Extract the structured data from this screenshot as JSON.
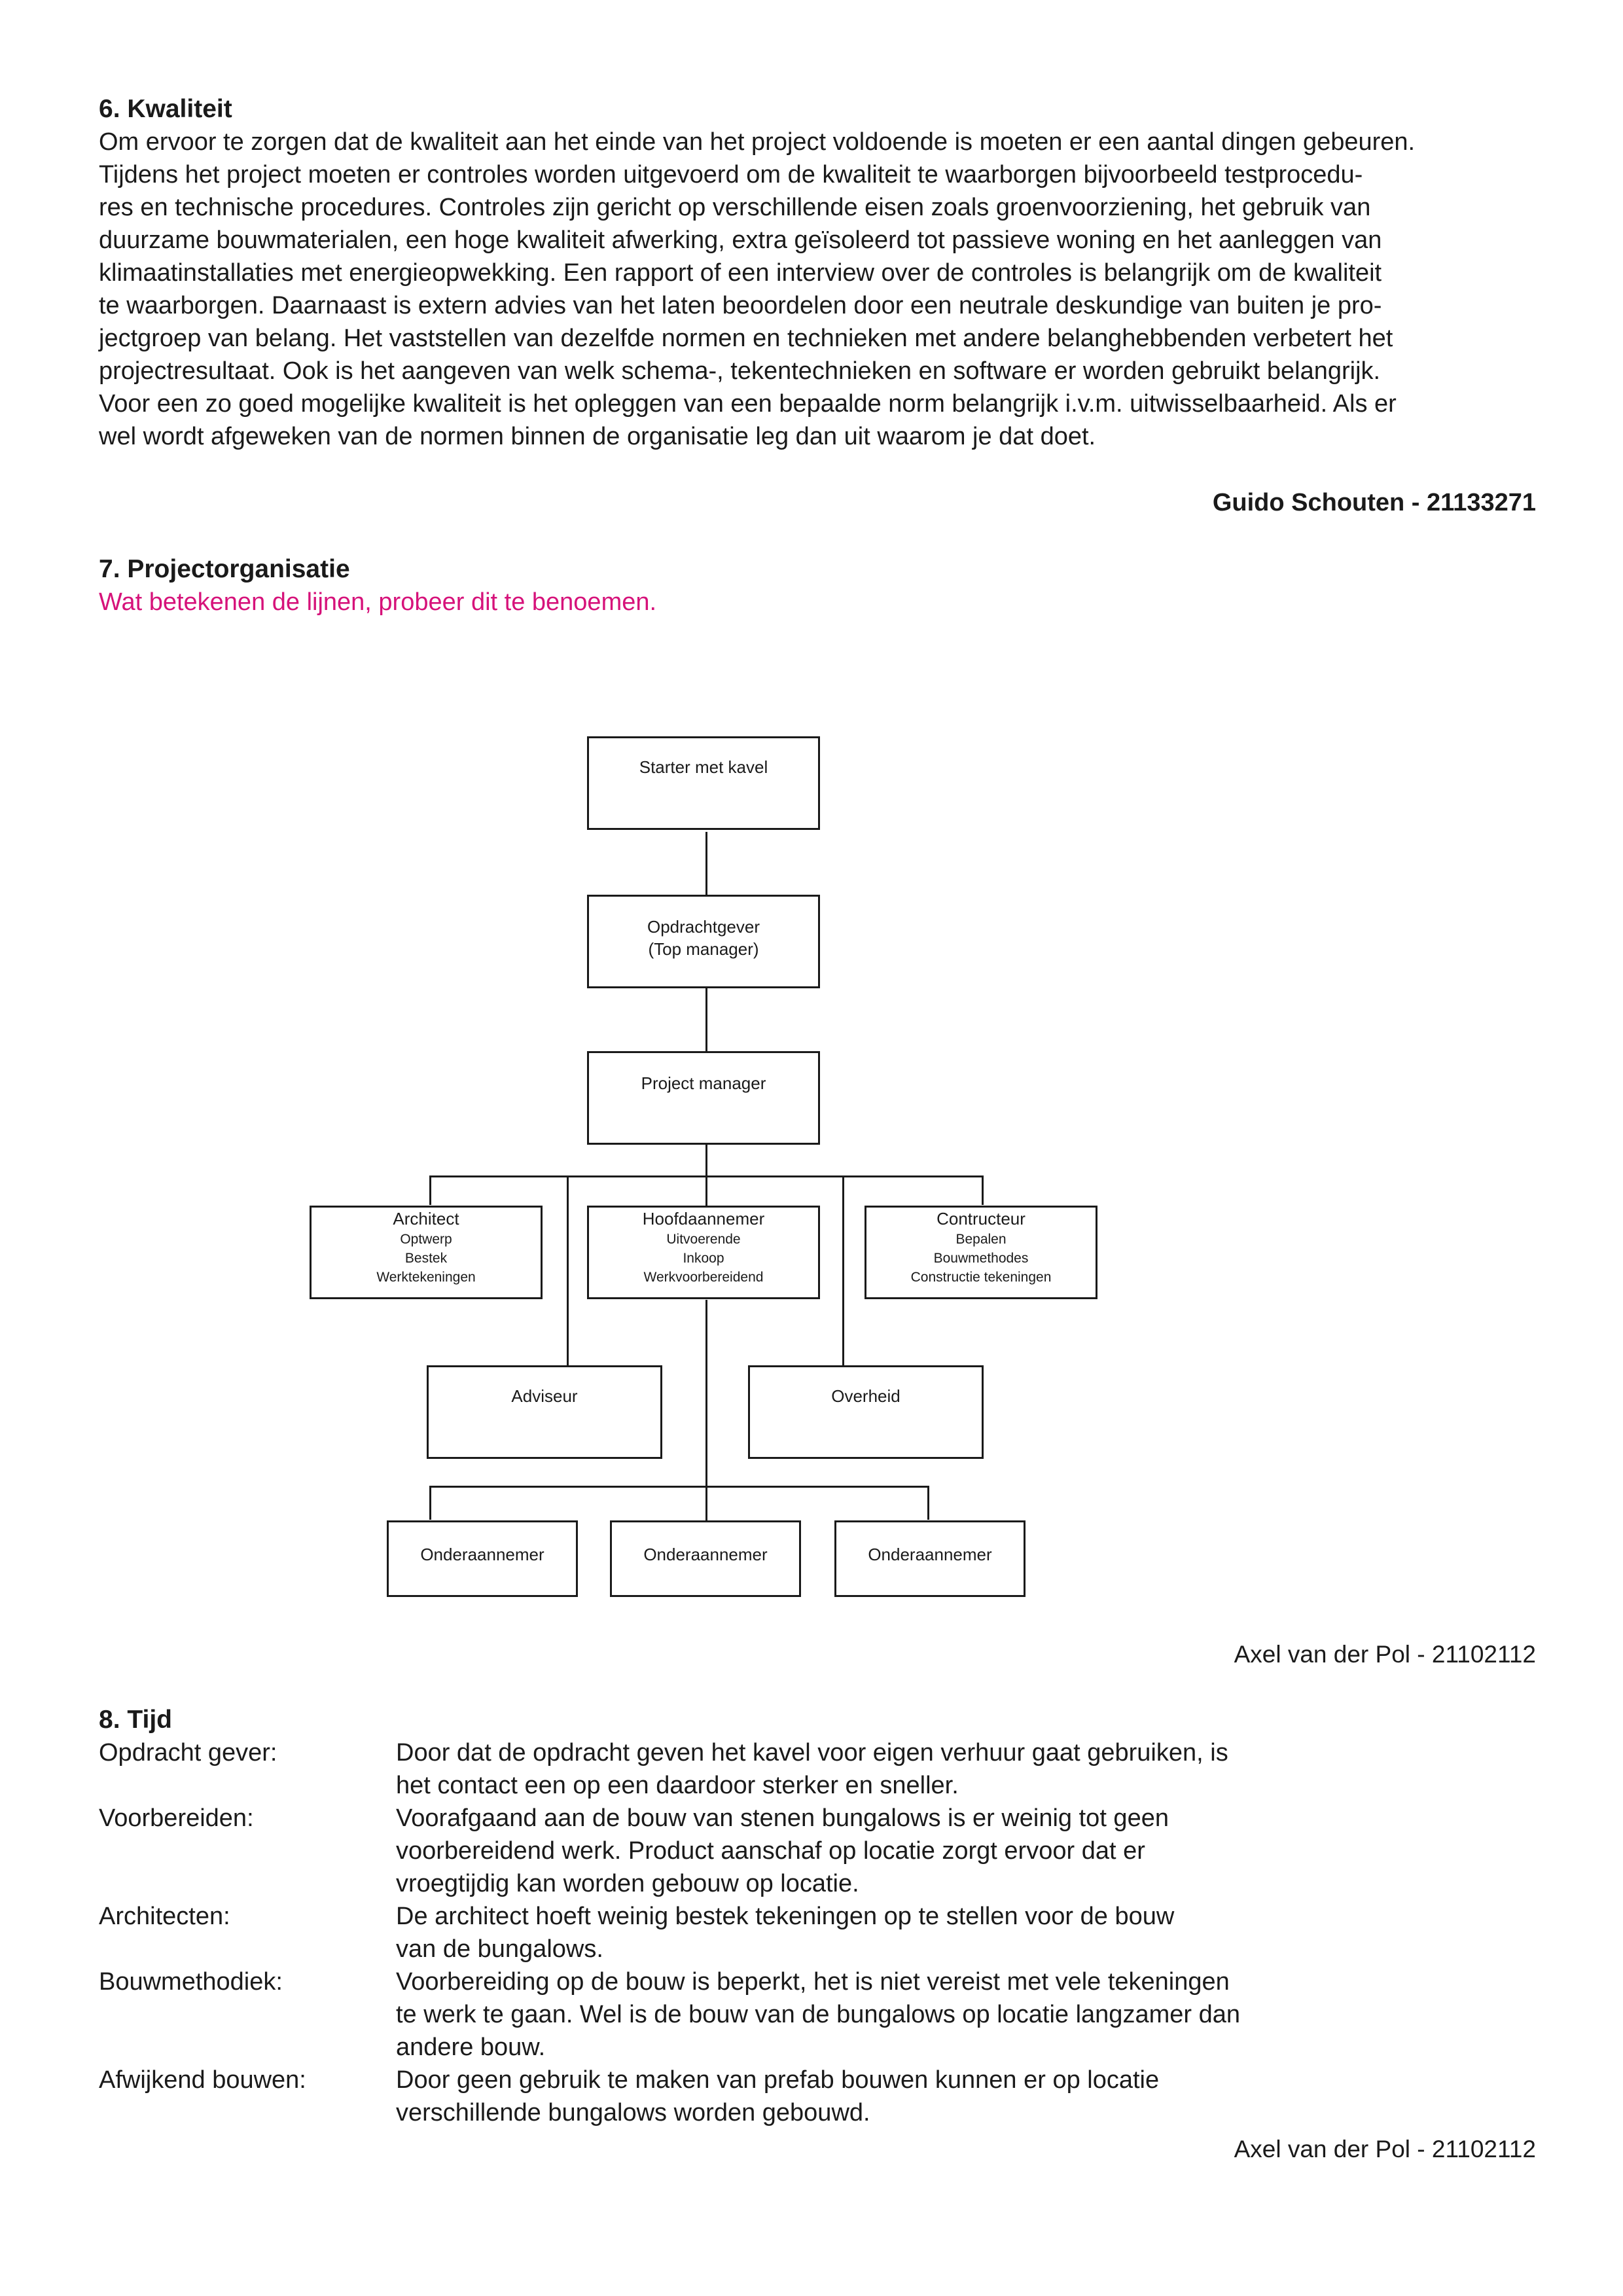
{
  "section6": {
    "heading": "6. Kwaliteit",
    "lines": [
      "Om ervoor te zorgen dat de kwaliteit aan het einde van het project voldoende is moeten er een aantal dingen gebeuren.",
      "Tijdens het project moeten er controles worden uitgevoerd om de kwaliteit te waarborgen bijvoorbeeld testprocedu-",
      "res en technische procedures. Controles zijn gericht op verschillende eisen zoals groenvoorziening, het gebruik van",
      "duurzame bouwmaterialen, een hoge kwaliteit afwerking, extra geïsoleerd tot passieve woning en het aanleggen van",
      "klimaatinstallaties met energieopwekking. Een rapport of een interview over de controles is belangrijk om de kwaliteit",
      "te waarborgen. Daarnaast is extern advies van het laten beoordelen door een neutrale deskundige van buiten je pro-",
      "jectgroep van belang. Het vaststellen van dezelfde normen en technieken met andere belanghebbenden verbetert het",
      "projectresultaat. Ook is het aangeven van welk schema-, tekentechnieken en software er worden gebruikt belangrijk.",
      "Voor een zo goed mogelijke kwaliteit is het opleggen van een bepaalde norm belangrijk i.v.m. uitwisselbaarheid. Als er",
      "wel wordt afgeweken van de normen binnen de organisatie leg dan uit waarom je dat doet."
    ],
    "author": "Guido Schouten - 21133271"
  },
  "section7": {
    "heading": "7. Projectorganisatie",
    "note": "Wat betekenen de lijnen, probeer dit te benoemen.",
    "note_color": "#d6127a",
    "org": {
      "starter": "Starter met kavel",
      "opdrachtgever": [
        "Opdrachtgever",
        "(Top manager)"
      ],
      "project_manager": "Project manager",
      "architect": {
        "title": "Architect",
        "items": [
          "Optwerp",
          "Bestek",
          "Werktekeningen"
        ]
      },
      "hoofdaannemer": {
        "title": "Hoofdaannemer",
        "items": [
          "Uitvoerende",
          "Inkoop",
          "Werkvoorbereidend"
        ]
      },
      "contructeur": {
        "title": "Contructeur",
        "items": [
          "Bepalen",
          "Bouwmethodes",
          "Constructie tekeningen"
        ]
      },
      "adviseur": "Adviseur",
      "overheid": "Overheid",
      "onderaannemer": [
        "Onderaannemer",
        "Onderaannemer",
        "Onderaannemer"
      ]
    },
    "author": "Axel van der Pol - 21102112"
  },
  "section8": {
    "heading": "8. Tijd",
    "rows": [
      {
        "label": "Opdracht gever:",
        "lines": [
          "Door dat de opdracht geven het kavel voor eigen verhuur gaat gebruiken, is",
          "het contact een op een daardoor sterker en sneller."
        ]
      },
      {
        "label": "Voorbereiden:",
        "lines": [
          "Voorafgaand aan de bouw van stenen bungalows is er weinig tot geen",
          "voorbereidend werk. Product aanschaf op locatie zorgt ervoor dat er",
          "vroegtijdig kan worden gebouw op locatie."
        ]
      },
      {
        "label": "Architecten:",
        "lines": [
          "De architect hoeft weinig bestek tekeningen op te stellen voor de bouw",
          "van de bungalows."
        ]
      },
      {
        "label": "Bouwmethodiek:",
        "lines": [
          "Voorbereiding op de bouw is beperkt, het is niet vereist met vele tekeningen",
          "te werk te gaan. Wel is de bouw van de bungalows op locatie langzamer dan",
          "andere bouw."
        ]
      },
      {
        "label": "Afwijkend bouwen:",
        "lines": [
          "Door geen gebruik te maken van prefab bouwen kunnen er op locatie",
          "verschillende bungalows worden gebouwd."
        ]
      }
    ],
    "author": "Axel van der Pol - 21102112"
  }
}
